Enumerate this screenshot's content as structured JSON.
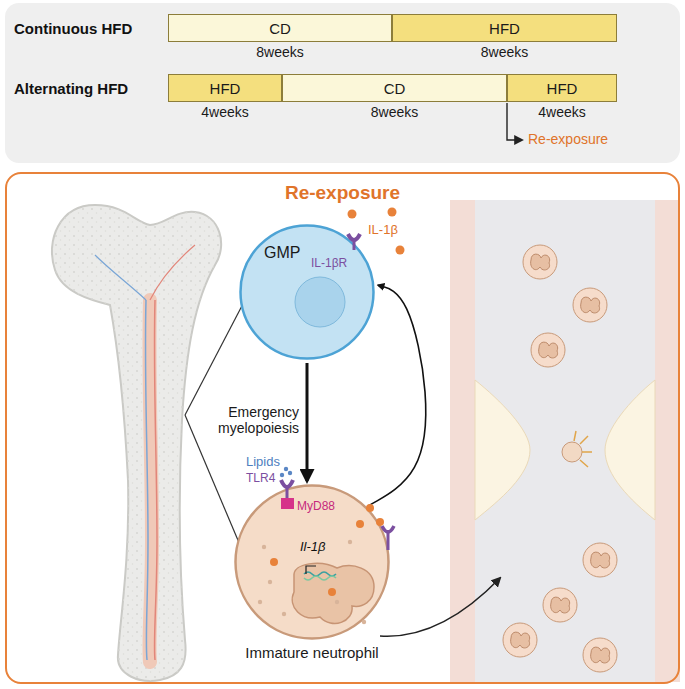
{
  "diagram": {
    "nodes": [
      {
        "text": [
          "CD",
          "8weeks"
        ]
      },
      {
        "text": [
          "HFD",
          "8weeks"
        ]
      },
      {
        "text": [
          "HFD",
          "4weeks"
        ]
      },
      {
        "text": [
          "CD",
          "8weeks"
        ]
      },
      {
        "text": [
          "HFD",
          "4weeks"
        ]
      },
      {
        "text": [
          "Re-exposure"
        ]
      },
      {
        "text": [
          "GMP"
        ],
        "in": 5
      },
      {
        "text": [
          "Immature neutrophil"
        ],
        "in": 5
      }
    ],
    "edges": [
      {
        "from": 6,
        "to": 7,
        "label": "Emergency myelopoiesis",
        "arrow": "to"
      },
      {
        "from": 7,
        "to": 6,
        "arrow": "to"
      }
    ],
    "labels": [
      "Continuous HFD",
      "Alternating HFD",
      "Re-exposure",
      "IL-1β",
      "IL-1βR",
      "Lipids",
      "TLR4",
      "MyD88",
      "Il-1β"
    ]
  }
}
